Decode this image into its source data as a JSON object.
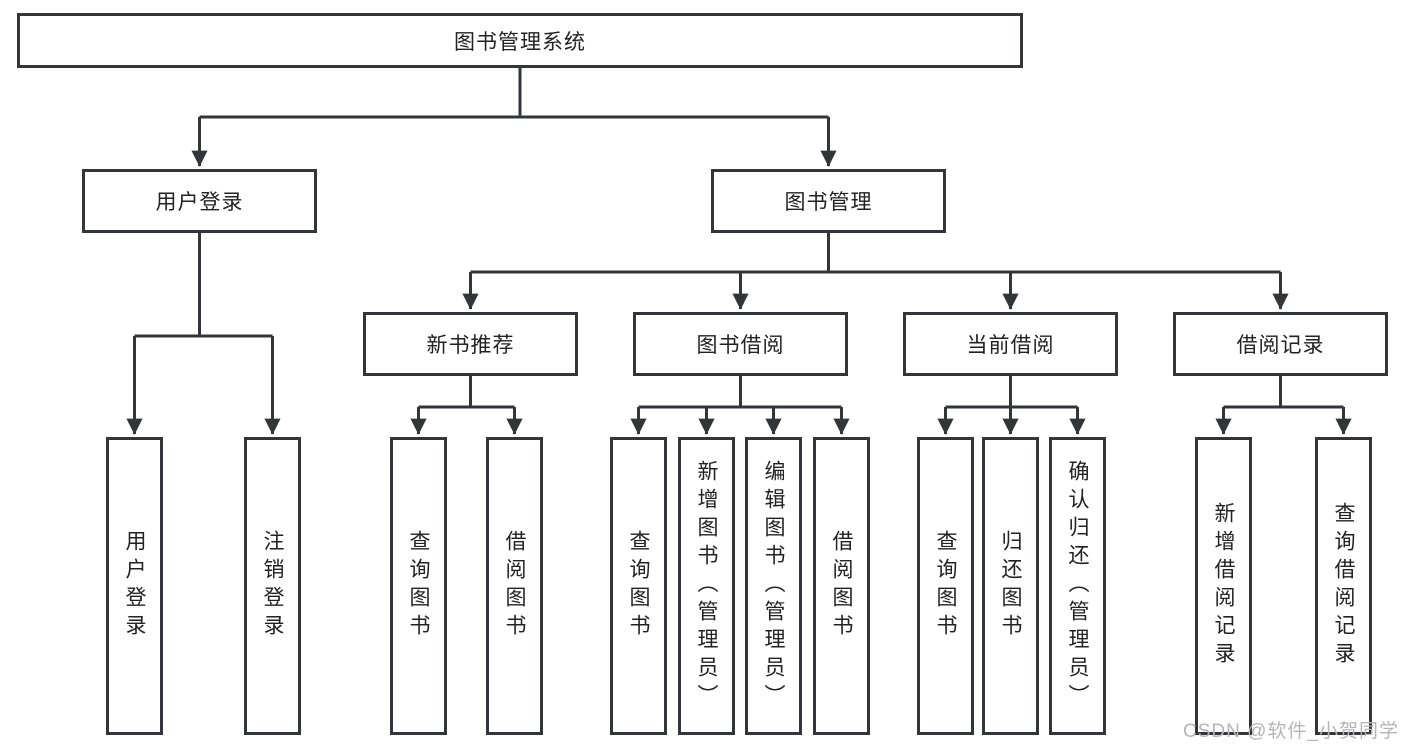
{
  "diagram": {
    "root": {
      "label": "图书管理系统"
    },
    "level2": [
      {
        "label": "用户登录"
      },
      {
        "label": "图书管理"
      }
    ],
    "level3": [
      {
        "label": "新书推荐",
        "parent": "图书管理"
      },
      {
        "label": "图书借阅",
        "parent": "图书管理"
      },
      {
        "label": "当前借阅",
        "parent": "图书管理"
      },
      {
        "label": "借阅记录",
        "parent": "图书管理"
      }
    ],
    "leaves": [
      {
        "label": "用户登录",
        "parent": "用户登录"
      },
      {
        "label": "注销登录",
        "parent": "用户登录"
      },
      {
        "label": "查询图书",
        "parent": "新书推荐"
      },
      {
        "label": "借阅图书",
        "parent": "新书推荐"
      },
      {
        "label": "查询图书",
        "parent": "图书借阅"
      },
      {
        "label": "新增图书（管理员）",
        "parent": "图书借阅"
      },
      {
        "label": "编辑图书（管理员）",
        "parent": "图书借阅"
      },
      {
        "label": "借阅图书",
        "parent": "图书借阅"
      },
      {
        "label": "查询图书",
        "parent": "当前借阅"
      },
      {
        "label": "归还图书",
        "parent": "当前借阅"
      },
      {
        "label": "确认归还（管理员）",
        "parent": "当前借阅"
      },
      {
        "label": "新增借阅记录",
        "parent": "借阅记录"
      },
      {
        "label": "查询借阅记录",
        "parent": "借阅记录"
      }
    ],
    "colors": {
      "line": "#333538",
      "box_border": "#333538",
      "text": "#222222",
      "background": "#ffffff",
      "watermark": "#b5b5b5"
    },
    "watermark": "CSDN @软件_小贺同学"
  }
}
